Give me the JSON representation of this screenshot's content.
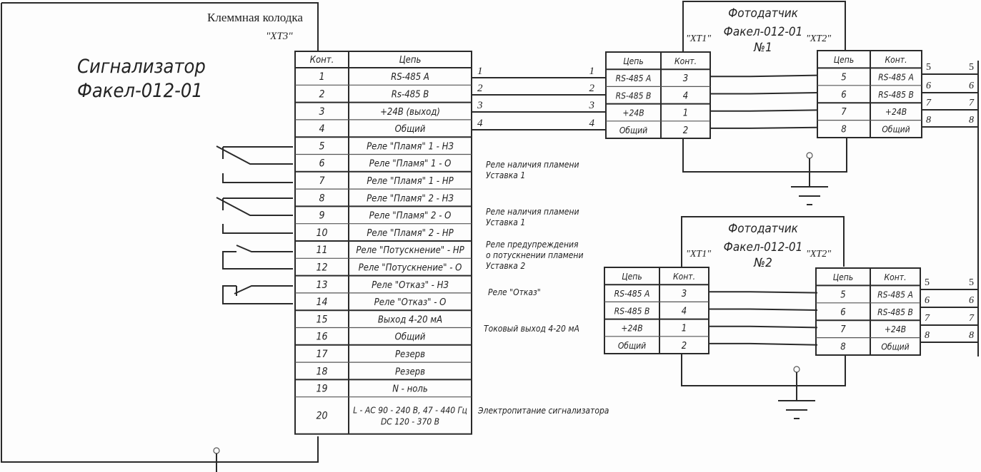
{
  "device": {
    "title_line1": "Сигнализатор",
    "title_line2": "Факел-012-01",
    "terminal_block_title": "Клеммная колодка",
    "terminal_block_id": "\"XT3\""
  },
  "xt3": {
    "headers": [
      "Конт.",
      "Цепь"
    ],
    "rows": [
      {
        "contact": "1",
        "circuit": "RS-485 A"
      },
      {
        "contact": "2",
        "circuit": "Rs-485 B"
      },
      {
        "contact": "3",
        "circuit": "+24В (выход)"
      },
      {
        "contact": "4",
        "circuit": "Общий"
      },
      {
        "contact": "5",
        "circuit": "Реле \"Пламя\" 1 - НЗ"
      },
      {
        "contact": "6",
        "circuit": "Реле \"Пламя\" 1 - О"
      },
      {
        "contact": "7",
        "circuit": "Реле \"Пламя\" 1 - НР"
      },
      {
        "contact": "8",
        "circuit": "Реле \"Пламя\" 2 - НЗ"
      },
      {
        "contact": "9",
        "circuit": "Реле \"Пламя\" 2 - О"
      },
      {
        "contact": "10",
        "circuit": "Реле \"Пламя\" 2 - НР"
      },
      {
        "contact": "11",
        "circuit": "Реле \"Потускнение\" - НР"
      },
      {
        "contact": "12",
        "circuit": "Реле \"Потускнение\" - О"
      },
      {
        "contact": "13",
        "circuit": "Реле \"Отказ\" - НЗ"
      },
      {
        "contact": "14",
        "circuit": "Реле \"Отказ\" - О"
      },
      {
        "contact": "15",
        "circuit": "Выход 4-20 мА"
      },
      {
        "contact": "16",
        "circuit": "Общий"
      },
      {
        "contact": "17",
        "circuit": "Резерв"
      },
      {
        "contact": "18",
        "circuit": "Резерв"
      },
      {
        "contact": "19",
        "circuit": "N -  ноль"
      },
      {
        "contact": "20",
        "circuit": "L - AC 90 - 240 В, 47 - 440 Гц",
        "circuit_line2": "DC 120 - 370 В"
      }
    ]
  },
  "annotations": [
    {
      "lines": [
        "Реле наличия пламени",
        "Уставка 1"
      ]
    },
    {
      "lines": [
        "Реле наличия пламени",
        "Уставка 1"
      ]
    },
    {
      "lines": [
        "Реле предупреждения",
        "о потускнении  пламени",
        "Уставка 2"
      ]
    },
    {
      "lines": [
        "Реле \"Отказ\""
      ]
    },
    {
      "lines": [
        "Токовый выход  4-20 мА"
      ]
    },
    {
      "lines": [
        "Электропитание сигнализатора"
      ]
    }
  ],
  "wire_labels": [
    "1",
    "2",
    "3",
    "4"
  ],
  "sensors": [
    {
      "title_line1": "Фотодатчик",
      "title_line2": "Факел-012-01",
      "number": "№1",
      "xt1_label": "\"XT1\"",
      "xt2_label": "\"XT2\"",
      "xt1": {
        "headers": [
          "Цепь",
          "Конт."
        ],
        "rows": [
          {
            "circuit": "RS-485 A",
            "contact": "3"
          },
          {
            "circuit": "RS-485 B",
            "contact": "4"
          },
          {
            "circuit": "+24В",
            "contact": "1"
          },
          {
            "circuit": "Общий",
            "contact": "2"
          }
        ]
      },
      "xt2": {
        "headers": [
          "Цепь",
          "Конт."
        ],
        "rows": [
          {
            "circuit": "5",
            "contact": "RS-485 A"
          },
          {
            "circuit": "6",
            "contact": "RS-485 B"
          },
          {
            "circuit": "7",
            "contact": "+24В"
          },
          {
            "circuit": "8",
            "contact": "Общий"
          }
        ]
      },
      "out_wire_labels": [
        "5",
        "6",
        "7",
        "8"
      ]
    },
    {
      "title_line1": "Фотодатчик",
      "title_line2": "Факел-012-01",
      "number": "№2",
      "xt1_label": "\"XT1\"",
      "xt2_label": "\"XT2\"",
      "xt1": {
        "headers": [
          "Цепь",
          "Конт."
        ],
        "rows": [
          {
            "circuit": "RS-485 A",
            "contact": "3"
          },
          {
            "circuit": "RS-485 B",
            "contact": "4"
          },
          {
            "circuit": "+24В",
            "contact": "1"
          },
          {
            "circuit": "Общий",
            "contact": "2"
          }
        ]
      },
      "xt2": {
        "headers": [
          "Цепь",
          "Конт."
        ],
        "rows": [
          {
            "circuit": "5",
            "contact": "RS-485 A"
          },
          {
            "circuit": "6",
            "contact": "RS-485 B"
          },
          {
            "circuit": "7",
            "contact": "+24В"
          },
          {
            "circuit": "8",
            "contact": "Общий"
          }
        ]
      },
      "out_wire_labels": [
        "5",
        "6",
        "7",
        "8"
      ]
    }
  ],
  "ground_symbol_label": "–"
}
